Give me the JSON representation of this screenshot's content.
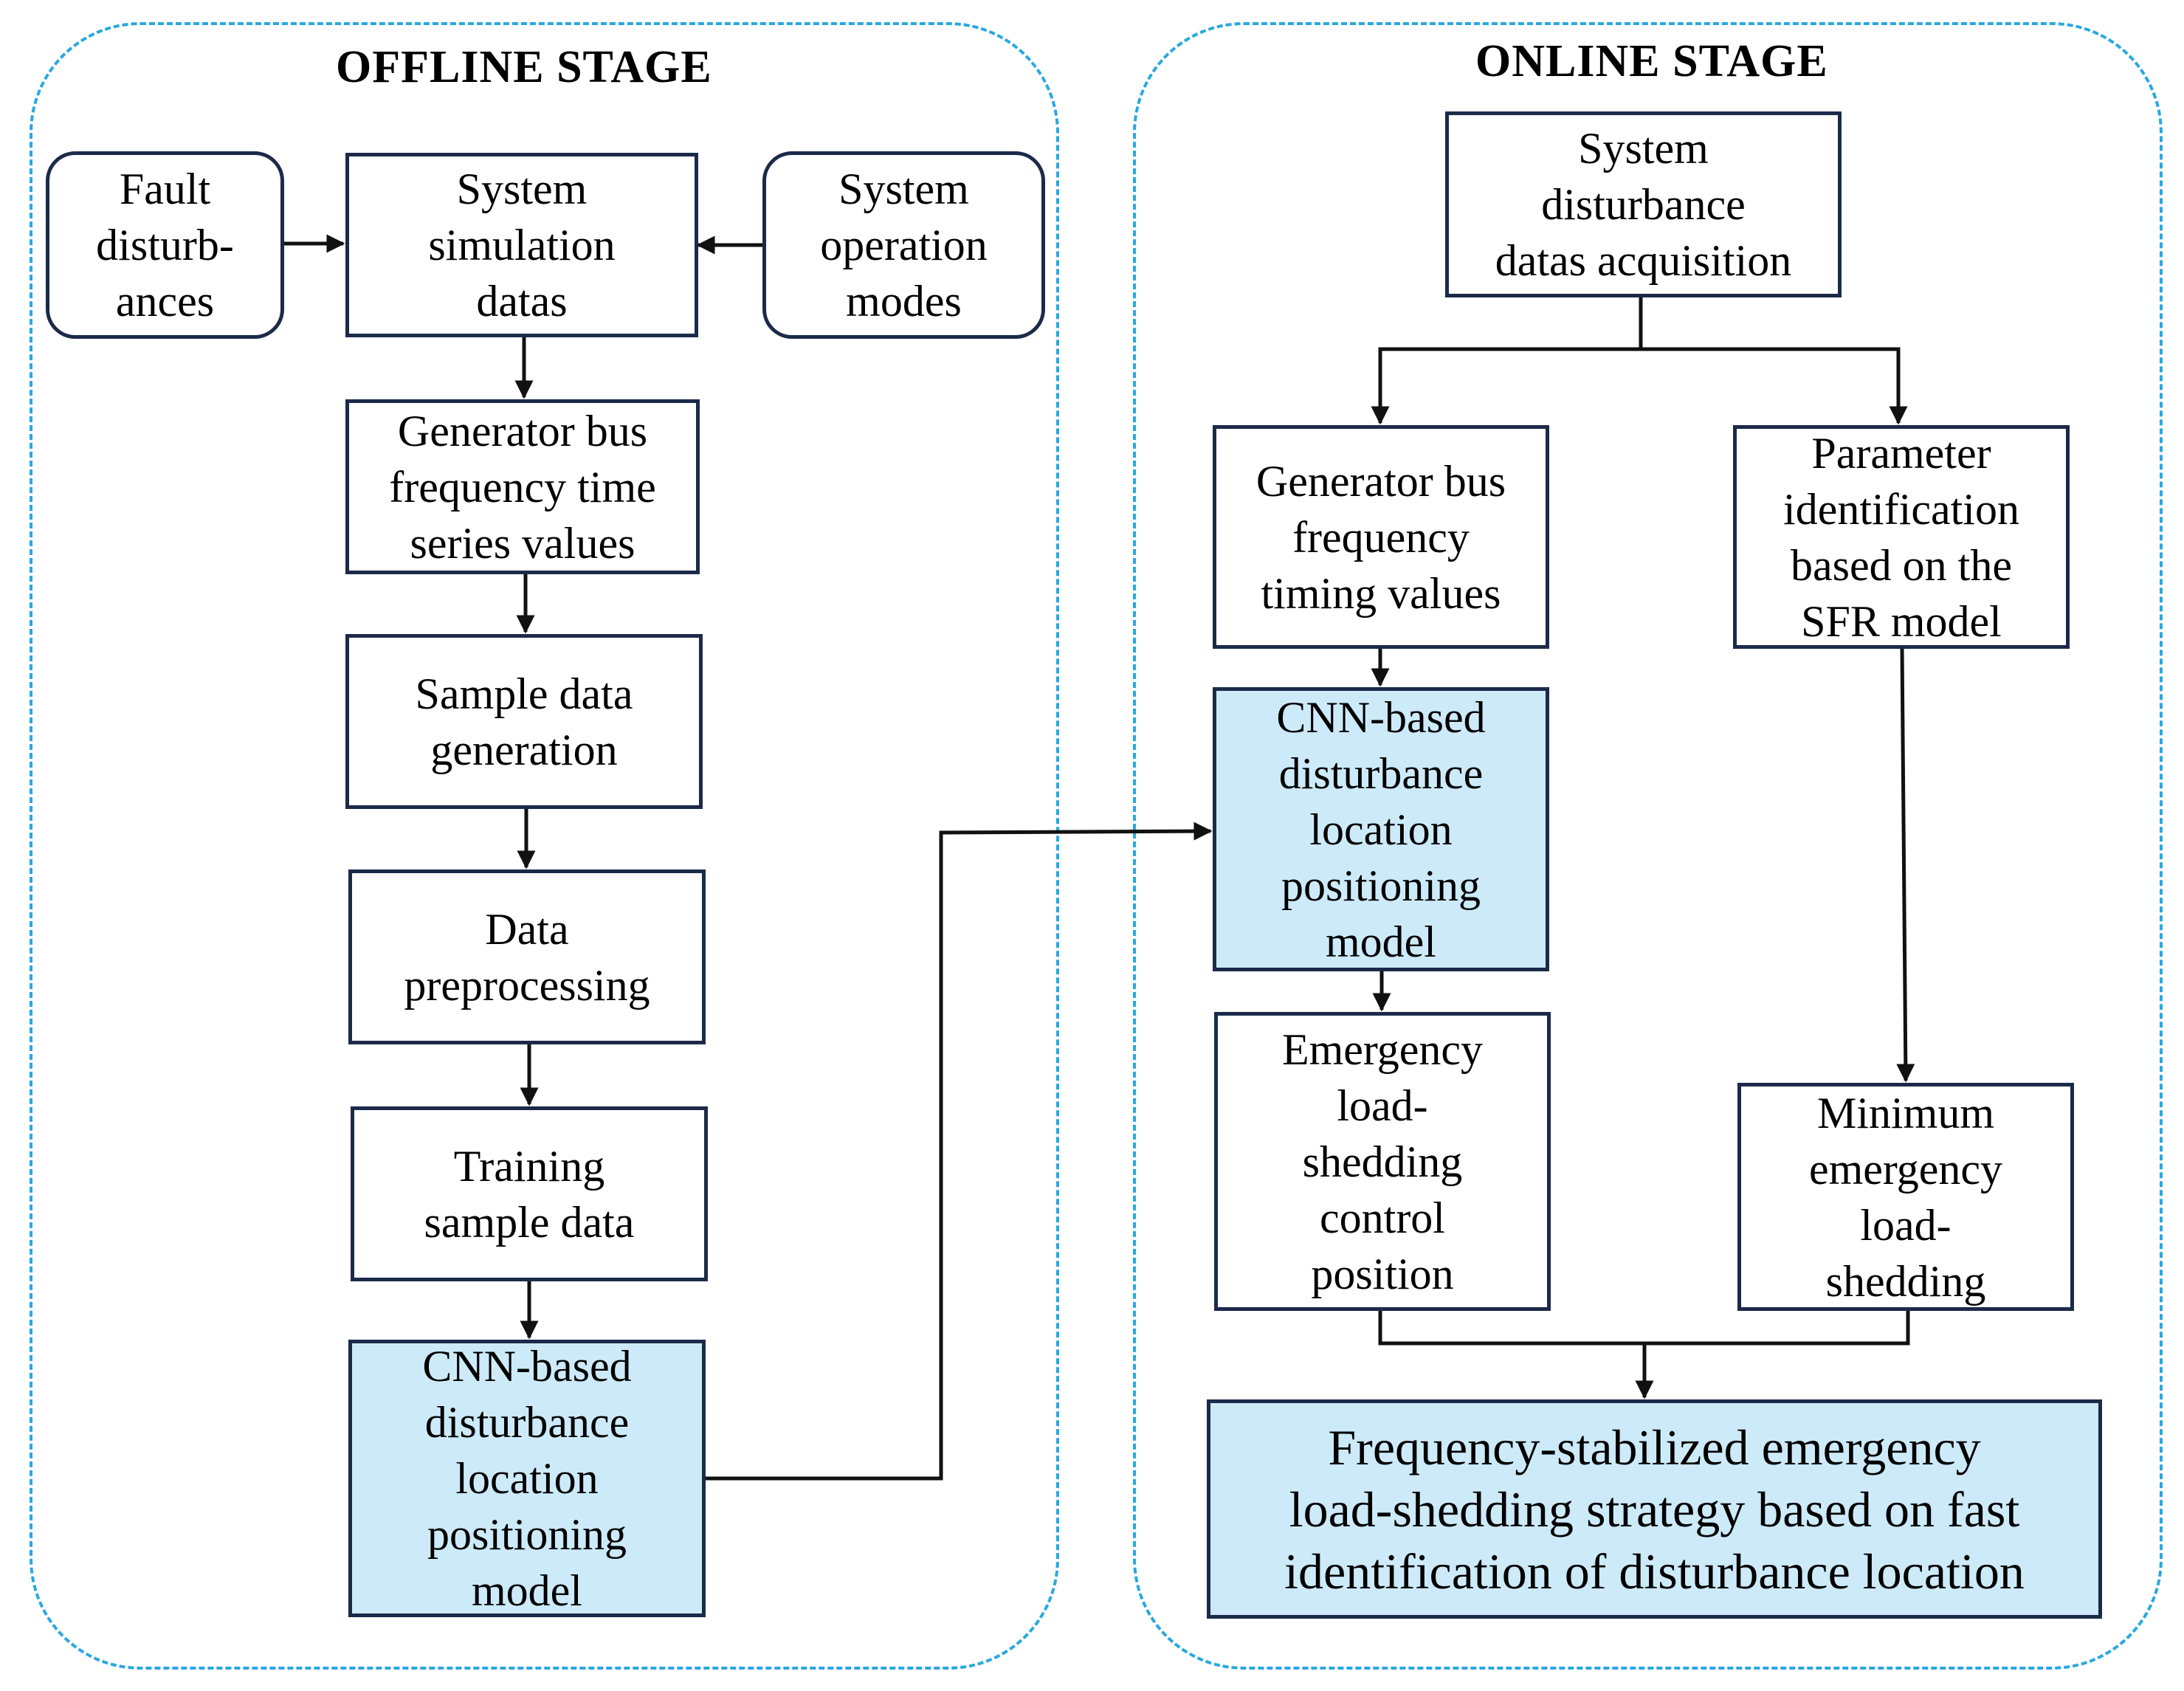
{
  "stages": {
    "offline": {
      "title": "OFFLINE STAGE"
    },
    "online": {
      "title": "ONLINE STAGE"
    }
  },
  "offline": {
    "fault_disturbances": "Fault\ndisturb-\nances",
    "simulation_datas": "System\nsimulation\ndatas",
    "operation_modes": "System\noperation\nmodes",
    "bus_frequency_series": "Generator bus\nfrequency time\nseries values",
    "sample_generation": "Sample data\ngeneration",
    "preprocessing": "Data\npreprocessing",
    "training_data": "Training\nsample data",
    "cnn_model": "CNN-based\ndisturbance\nlocation\npositioning\nmodel"
  },
  "online": {
    "data_acquisition": "System\ndisturbance\ndatas acquisition",
    "bus_frequency_timing": "Generator bus\nfrequency\ntiming values",
    "parameter_identification": "Parameter\nidentification\nbased on the\nSFR model",
    "cnn_model": "CNN-based\ndisturbance\nlocation\npositioning\nmodel",
    "control_position": "Emergency\nload-\nshedding\ncontrol\nposition",
    "minimum_shedding": "Minimum\nemergency\nload-\nshedding",
    "strategy": "Frequency-stabilized emergency\nload-shedding strategy based on fast\nidentification of disturbance location"
  },
  "colors": {
    "stage_border": "#29a8e0",
    "box_border": "#1c2a4a",
    "highlight_fill": "#cdeaf9",
    "arrow": "#111111"
  }
}
